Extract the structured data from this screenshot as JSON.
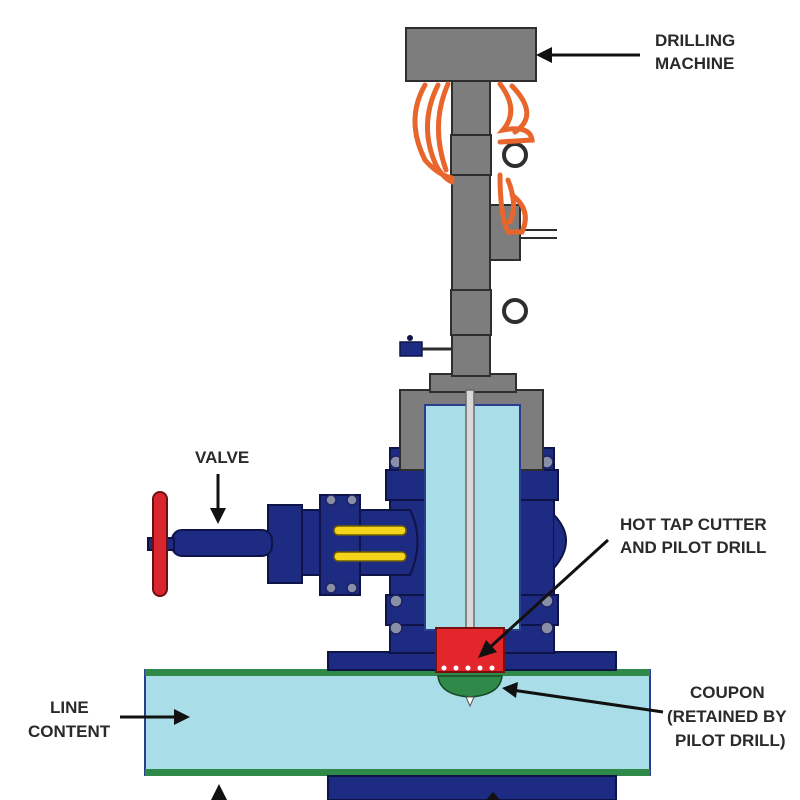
{
  "labels": {
    "drilling_machine": [
      "DRILLING",
      "MACHINE"
    ],
    "valve": "VALVE",
    "hot_tap_cutter": [
      "HOT TAP CUTTER",
      "AND PILOT DRILL"
    ],
    "coupon": [
      "COUPON",
      "(RETAINED BY",
      "PILOT DRILL)"
    ],
    "line_content": [
      "LINE",
      "CONTENT"
    ]
  },
  "colors": {
    "machine_gray": "#7d7d7d",
    "body_navy": "#1e2b82",
    "fluid_blue": "#a9dde8",
    "hose_orange": "#e8652b",
    "handwheel_red": "#d7262e",
    "cutter_red": "#e3262b",
    "coupon_green": "#2f8a4a",
    "pipe_wall_green": "#2f8a4a",
    "gland_yellow": "#f5d51c"
  }
}
